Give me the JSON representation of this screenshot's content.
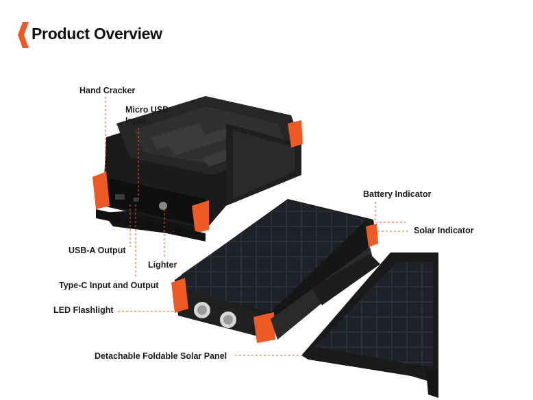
{
  "page": {
    "title": "Product Overview",
    "accent_color": "#ee5a24"
  },
  "callouts": {
    "hand_cracker": "Hand Cracker",
    "micro_usb_line1": "Micro USB",
    "micro_usb_line2": "Input",
    "battery_indicator": "Battery Indicator",
    "solar_indicator": "Solar Indicator",
    "usb_a_output": "USB-A Output",
    "lighter": "Lighter",
    "type_c": "Type-C Input and Output",
    "led_flashlight": "LED Flashlight",
    "solar_panel": "Detachable Foldable Solar Panel"
  }
}
